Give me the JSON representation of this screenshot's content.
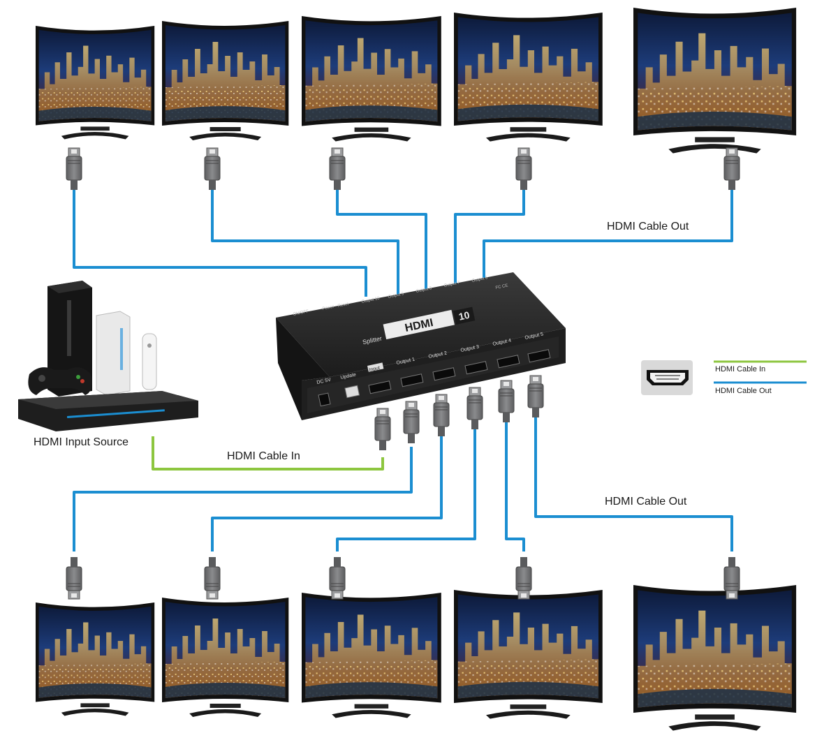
{
  "labels": {
    "input_source": "HDMI Input Source",
    "cable_in": "HDMI Cable In",
    "cable_out_top": "HDMI Cable Out",
    "cable_out_bottom": "HDMI Cable Out"
  },
  "legend": {
    "cable_in": "HDMI Cable In",
    "cable_out": "HDMI Cable Out",
    "cable_in_color": "#8dc63f",
    "cable_out_color": "#1b8ed1"
  },
  "device": {
    "brand": "HDMI",
    "model_number": "10",
    "product": "Splitter",
    "port_input": "Input",
    "port_outputs": [
      "Output 1",
      "Output 2",
      "Output 3",
      "Output 4",
      "Output 5"
    ],
    "port_outputs_top": [
      "Output 6",
      "Output 7",
      "Output 8",
      "Output 9",
      "Output 10"
    ],
    "dc": "DC 5V",
    "update": "Update",
    "onoff": "ON/OFF",
    "power": "Power",
    "reset": "Reset",
    "cert": "FC CE"
  },
  "colors": {
    "cable_out": "#1b8ed1",
    "cable_in": "#8dc63f",
    "connector": "#6d6e70",
    "device_body": "#2b2b2b"
  }
}
